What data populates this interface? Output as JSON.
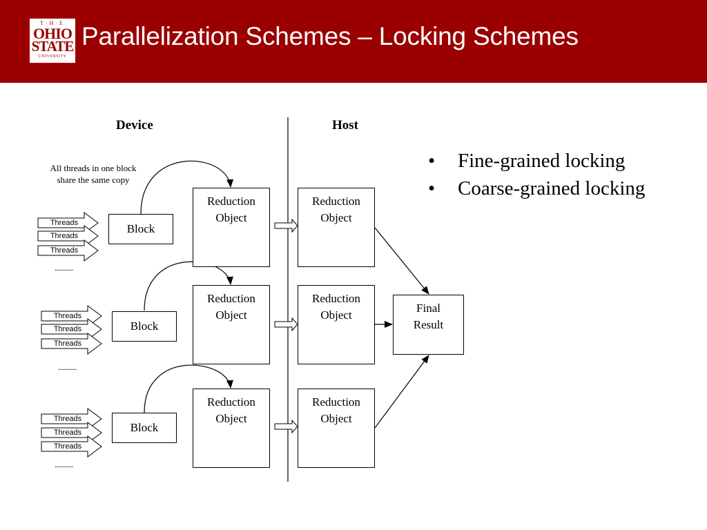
{
  "header": {
    "title": "Parallelization Schemes – Locking Schemes",
    "logo": {
      "the": "T·H·E",
      "ohio": "OHIO",
      "state": "STATE",
      "university": "UNIVERSITY"
    },
    "background_color": "#9a0000"
  },
  "diagram": {
    "device_label": "Device",
    "host_label": "Host",
    "note": "All threads in one block share the same copy",
    "groups": [
      {
        "threads": [
          "Threads",
          "Threads",
          "Threads"
        ],
        "dots": "............",
        "block": "Block",
        "device_object": [
          "Reduction",
          "Object"
        ],
        "host_object": [
          "Reduction",
          "Object"
        ]
      },
      {
        "threads": [
          "Threads",
          "Threads",
          "Threads"
        ],
        "dots": "............",
        "block": "Block",
        "device_object": [
          "Reduction",
          "Object"
        ],
        "host_object": [
          "Reduction",
          "Object"
        ]
      },
      {
        "threads": [
          "Threads",
          "Threads",
          "Threads"
        ],
        "dots": "............",
        "block": "Block",
        "device_object": [
          "Reduction",
          "Object"
        ],
        "host_object": [
          "Reduction",
          "Object"
        ]
      }
    ],
    "final": [
      "Final",
      "Result"
    ]
  },
  "bullets": [
    {
      "marker": "•",
      "text": "Fine-grained locking"
    },
    {
      "marker": "•",
      "text": "Coarse-grained locking"
    }
  ]
}
